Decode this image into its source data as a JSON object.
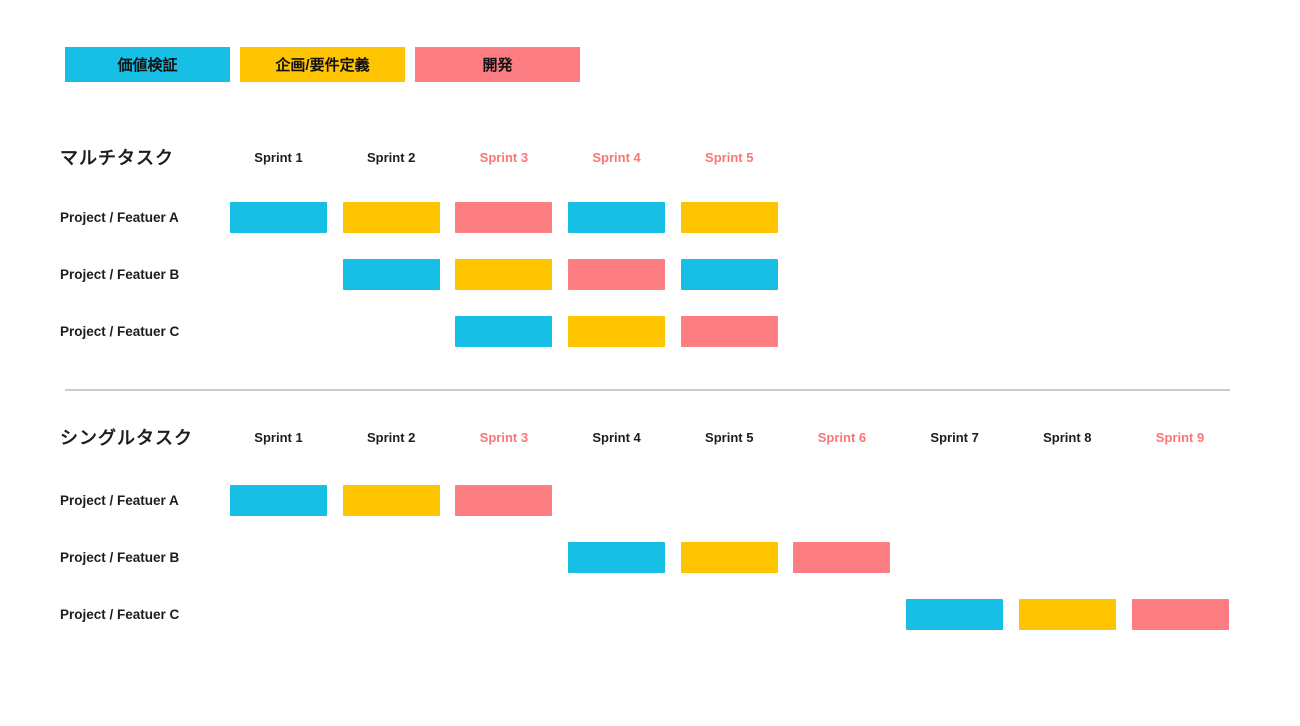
{
  "colors": {
    "cyan": "#17BFE5",
    "yellow": "#FFC400",
    "pink": "#FC7E82",
    "text": "#1d1d1f",
    "sprint_highlight": "#FC7576",
    "divider": "#cbcbcb",
    "background": "#ffffff"
  },
  "legend": {
    "items": [
      {
        "label": "価値検証",
        "color": "cyan"
      },
      {
        "label": "企画/要件定義",
        "color": "yellow"
      },
      {
        "label": "開発",
        "color": "pink"
      }
    ]
  },
  "sections": [
    {
      "title": "マルチタスク",
      "sprints": [
        {
          "label": "Sprint 1",
          "highlight": false
        },
        {
          "label": "Sprint 2",
          "highlight": false
        },
        {
          "label": "Sprint 3",
          "highlight": true
        },
        {
          "label": "Sprint 4",
          "highlight": true
        },
        {
          "label": "Sprint 5",
          "highlight": true
        }
      ],
      "rows": [
        {
          "label": "Project / Featuer A",
          "bars": [
            {
              "sprint": 1,
              "phase": "価値検証",
              "color": "cyan"
            },
            {
              "sprint": 2,
              "phase": "企画/要件定義",
              "color": "yellow"
            },
            {
              "sprint": 3,
              "phase": "開発",
              "color": "pink"
            },
            {
              "sprint": 4,
              "phase": "価値検証",
              "color": "cyan"
            },
            {
              "sprint": 5,
              "phase": "企画/要件定義",
              "color": "yellow"
            }
          ]
        },
        {
          "label": "Project / Featuer B",
          "bars": [
            {
              "sprint": 2,
              "phase": "価値検証",
              "color": "cyan"
            },
            {
              "sprint": 3,
              "phase": "企画/要件定義",
              "color": "yellow"
            },
            {
              "sprint": 4,
              "phase": "開発",
              "color": "pink"
            },
            {
              "sprint": 5,
              "phase": "価値検証",
              "color": "cyan"
            }
          ]
        },
        {
          "label": "Project / Featuer C",
          "bars": [
            {
              "sprint": 3,
              "phase": "価値検証",
              "color": "cyan"
            },
            {
              "sprint": 4,
              "phase": "企画/要件定義",
              "color": "yellow"
            },
            {
              "sprint": 5,
              "phase": "開発",
              "color": "pink"
            }
          ]
        }
      ]
    },
    {
      "title": "シングルタスク",
      "sprints": [
        {
          "label": "Sprint 1",
          "highlight": false
        },
        {
          "label": "Sprint 2",
          "highlight": false
        },
        {
          "label": "Sprint 3",
          "highlight": true
        },
        {
          "label": "Sprint 4",
          "highlight": false
        },
        {
          "label": "Sprint 5",
          "highlight": false
        },
        {
          "label": "Sprint 6",
          "highlight": true
        },
        {
          "label": "Sprint 7",
          "highlight": false
        },
        {
          "label": "Sprint 8",
          "highlight": false
        },
        {
          "label": "Sprint 9",
          "highlight": true
        }
      ],
      "rows": [
        {
          "label": "Project / Featuer A",
          "bars": [
            {
              "sprint": 1,
              "phase": "価値検証",
              "color": "cyan"
            },
            {
              "sprint": 2,
              "phase": "企画/要件定義",
              "color": "yellow"
            },
            {
              "sprint": 3,
              "phase": "開発",
              "color": "pink"
            }
          ]
        },
        {
          "label": "Project / Featuer B",
          "bars": [
            {
              "sprint": 4,
              "phase": "価値検証",
              "color": "cyan"
            },
            {
              "sprint": 5,
              "phase": "企画/要件定義",
              "color": "yellow"
            },
            {
              "sprint": 6,
              "phase": "開発",
              "color": "pink"
            }
          ]
        },
        {
          "label": "Project / Featuer C",
          "bars": [
            {
              "sprint": 7,
              "phase": "価値検証",
              "color": "cyan"
            },
            {
              "sprint": 8,
              "phase": "企画/要件定義",
              "color": "yellow"
            },
            {
              "sprint": 9,
              "phase": "開発",
              "color": "pink"
            }
          ]
        }
      ]
    }
  ]
}
